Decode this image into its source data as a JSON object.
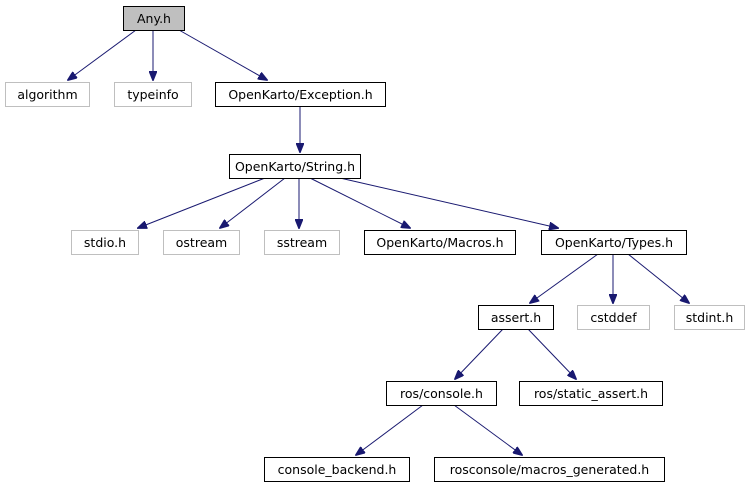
{
  "colors": {
    "edge": "#191970",
    "node_border": "#000000",
    "external_border": "#bfbfbf",
    "root_fill": "#bfbfbf",
    "node_fill": "#ffffff",
    "text": "#000000"
  },
  "nodes": [
    {
      "id": "any",
      "label": "Any.h",
      "kind": "root"
    },
    {
      "id": "algorithm",
      "label": "algorithm",
      "kind": "external"
    },
    {
      "id": "typeinfo",
      "label": "typeinfo",
      "kind": "external"
    },
    {
      "id": "exception",
      "label": "OpenKarto/Exception.h",
      "kind": "local"
    },
    {
      "id": "string",
      "label": "OpenKarto/String.h",
      "kind": "local"
    },
    {
      "id": "stdio",
      "label": "stdio.h",
      "kind": "external"
    },
    {
      "id": "ostream",
      "label": "ostream",
      "kind": "external"
    },
    {
      "id": "sstream",
      "label": "sstream",
      "kind": "external"
    },
    {
      "id": "macros",
      "label": "OpenKarto/Macros.h",
      "kind": "local"
    },
    {
      "id": "types",
      "label": "OpenKarto/Types.h",
      "kind": "local"
    },
    {
      "id": "assert",
      "label": "assert.h",
      "kind": "local"
    },
    {
      "id": "cstddef",
      "label": "cstddef",
      "kind": "external"
    },
    {
      "id": "stdint",
      "label": "stdint.h",
      "kind": "external"
    },
    {
      "id": "rosconsole",
      "label": "ros/console.h",
      "kind": "local"
    },
    {
      "id": "staticassert",
      "label": "ros/static_assert.h",
      "kind": "local"
    },
    {
      "id": "backend",
      "label": "console_backend.h",
      "kind": "local"
    },
    {
      "id": "macrosgen",
      "label": "rosconsole/macros_generated.h",
      "kind": "local"
    }
  ],
  "edges": [
    {
      "from": "any",
      "to": "algorithm"
    },
    {
      "from": "any",
      "to": "typeinfo"
    },
    {
      "from": "any",
      "to": "exception"
    },
    {
      "from": "exception",
      "to": "string"
    },
    {
      "from": "string",
      "to": "stdio"
    },
    {
      "from": "string",
      "to": "ostream"
    },
    {
      "from": "string",
      "to": "sstream"
    },
    {
      "from": "string",
      "to": "macros"
    },
    {
      "from": "string",
      "to": "types"
    },
    {
      "from": "types",
      "to": "assert"
    },
    {
      "from": "types",
      "to": "cstddef"
    },
    {
      "from": "types",
      "to": "stdint"
    },
    {
      "from": "assert",
      "to": "rosconsole"
    },
    {
      "from": "assert",
      "to": "staticassert"
    },
    {
      "from": "rosconsole",
      "to": "backend"
    },
    {
      "from": "rosconsole",
      "to": "macrosgen"
    }
  ]
}
